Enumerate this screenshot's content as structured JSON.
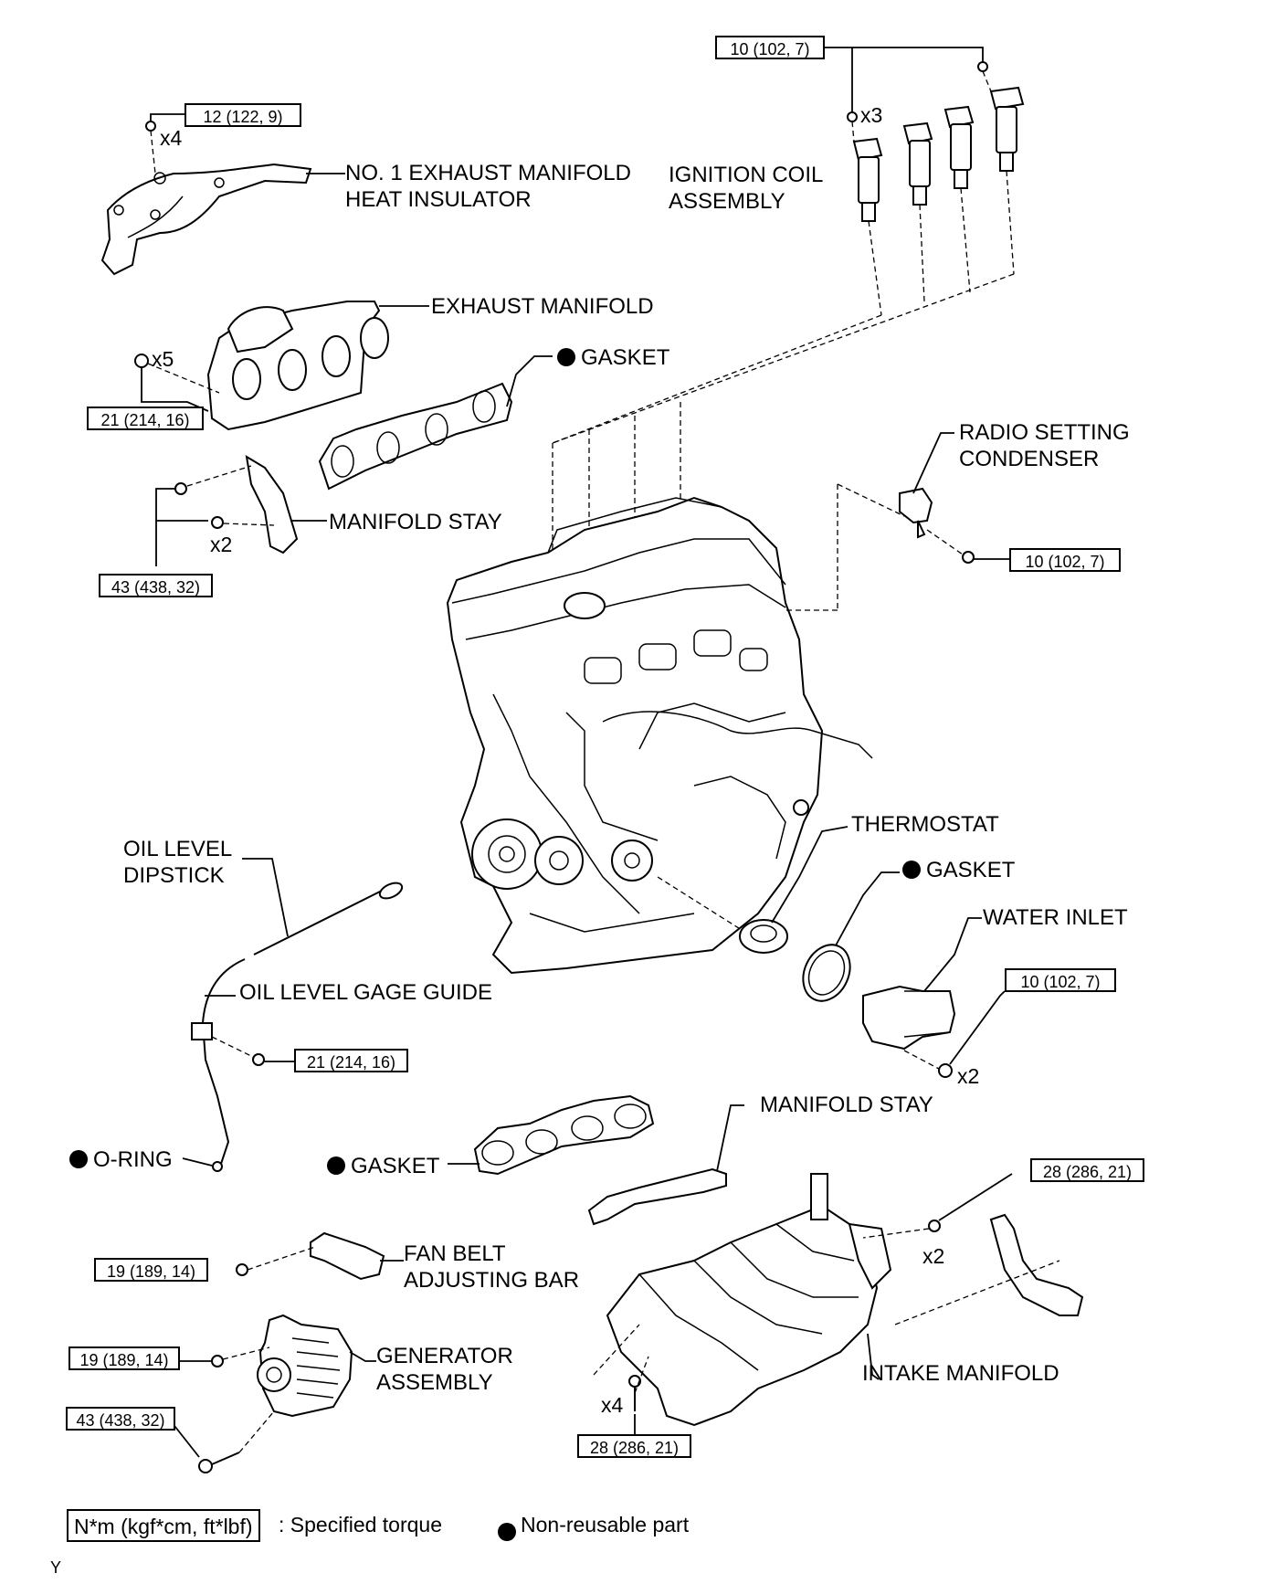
{
  "labels": {
    "heat_insulator": [
      "NO. 1 EXHAUST MANIFOLD",
      "HEAT INSULATOR"
    ],
    "ignition_coil": [
      "IGNITION COIL",
      "ASSEMBLY"
    ],
    "exhaust_manifold": "EXHAUST MANIFOLD",
    "gasket_exhaust": "GASKET",
    "manifold_stay_upper": "MANIFOLD STAY",
    "radio_condenser": [
      "RADIO SETTING",
      "CONDENSER"
    ],
    "oil_dipstick": [
      "OIL LEVEL",
      "DIPSTICK"
    ],
    "thermostat": "THERMOSTAT",
    "gasket_thermostat": "GASKET",
    "water_inlet": "WATER INLET",
    "oil_gage_guide": "OIL LEVEL GAGE GUIDE",
    "o_ring": "O-RING",
    "gasket_intake": "GASKET",
    "manifold_stay_lower": "MANIFOLD STAY",
    "fan_belt_bar": [
      "FAN BELT",
      "ADJUSTING BAR"
    ],
    "generator": [
      "GENERATOR",
      "ASSEMBLY"
    ],
    "intake_manifold": "INTAKE MANIFOLD"
  },
  "torques": {
    "ignition_coil": "10 (102, 7)",
    "heat_insulator": "12 (122, 9)",
    "exhaust_manifold": "21 (214, 16)",
    "manifold_stay": "43 (438, 32)",
    "radio_condenser": "10 (102, 7)",
    "water_inlet": "10 (102, 7)",
    "gage_guide": "21 (214, 16)",
    "intake_right": "28 (286, 21)",
    "fan_belt_bar": "19 (189, 14)",
    "generator_upper": "19 (189, 14)",
    "generator_lower": "43 (438, 32)",
    "intake_left": "28 (286, 21)"
  },
  "quantities": {
    "ignition_coil_bolts": "x3",
    "heat_insulator_bolts": "x4",
    "exhaust_nuts": "x5",
    "stay_bolts": "x2",
    "water_inlet_nuts": "x2",
    "intake_right_nuts": "x2",
    "intake_left_bolts": "x4"
  },
  "legend": {
    "torque_unit": "N*m (kgf*cm, ft*lbf)",
    "torque_text": ": Specified torque",
    "nonreusable_text": "Non-reusable part"
  },
  "corner_mark": "Y"
}
